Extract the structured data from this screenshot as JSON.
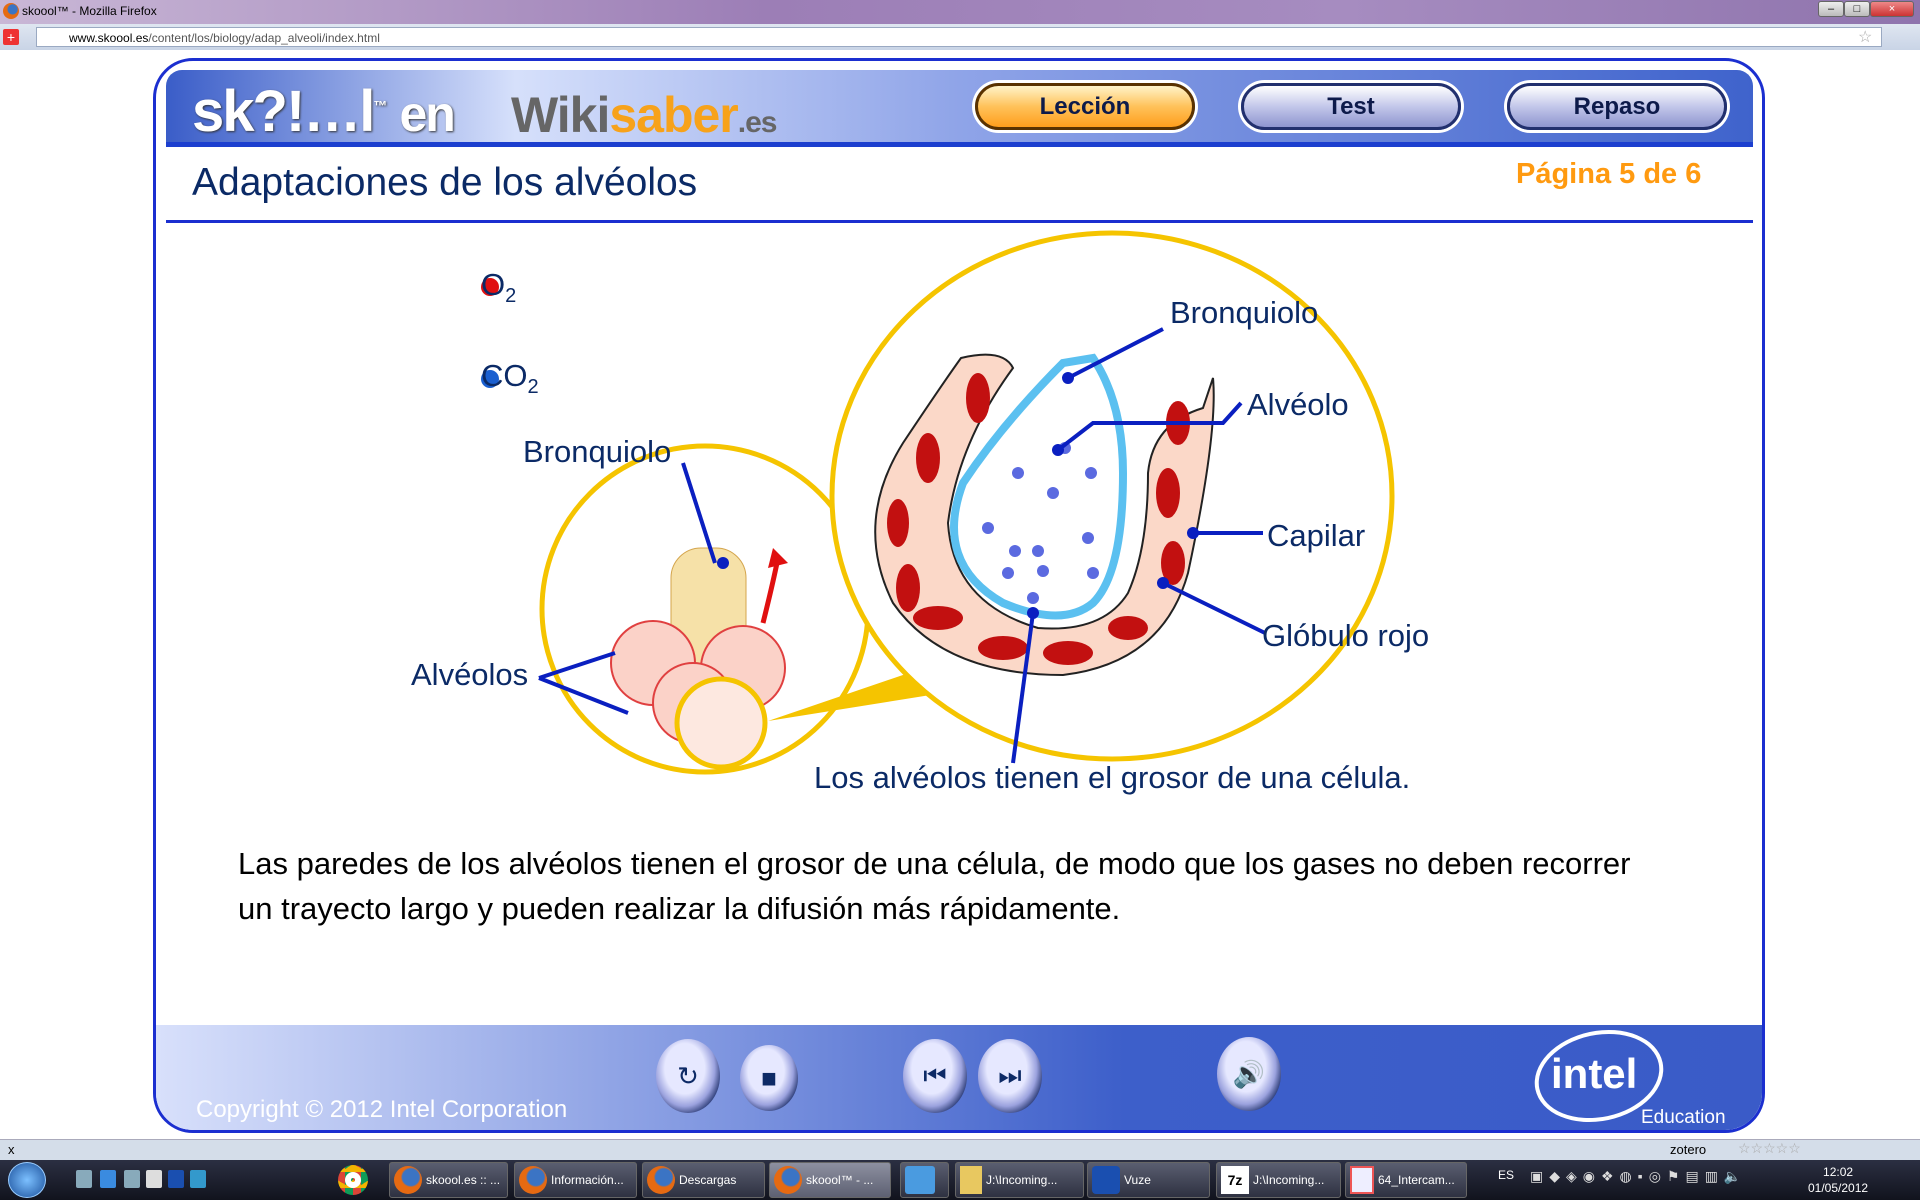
{
  "browser": {
    "title": "skoool™ - Mozilla Firefox",
    "url_domain": "www.skoool.es",
    "url_path": "/content/los/biology/adap_alveoli/index.html",
    "window_buttons": [
      "–",
      "□",
      "×"
    ]
  },
  "header": {
    "logo_left": "sk?!…l",
    "logo_tm": "™",
    "logo_en": "en",
    "logo_wiki": "Wiki",
    "logo_saber": "saber",
    "logo_es": ".es",
    "nav": [
      {
        "label": "Lección",
        "active": true
      },
      {
        "label": "Test",
        "active": false
      },
      {
        "label": "Repaso",
        "active": false
      }
    ]
  },
  "page": {
    "title": "Adaptaciones de los alvéolos",
    "page_indicator": "Página 5 de 6"
  },
  "legend": [
    {
      "label": "O",
      "sub": "2",
      "color": "#e01010"
    },
    {
      "label": "CO",
      "sub": "2",
      "color": "#1a5fd0"
    }
  ],
  "diagram": {
    "labels": {
      "bronquiolo_small": "Bronquiolo",
      "alveolos": "Alvéolos",
      "bronquiolo_big": "Bronquiolo",
      "alveolo": "Alvéolo",
      "capilar": "Capilar",
      "globulo": "Glóbulo rojo",
      "caption": "Los alvéolos tienen el grosor de una célula."
    }
  },
  "body_text": "Las paredes de los alvéolos tienen el grosor de una célula, de modo que los gases no deben recorrer un trayecto largo y pueden realizar la difusión más rápidamente.",
  "footer": {
    "copyright": "Copyright © 2012 Intel Corporation",
    "controls": [
      "replay-icon",
      "stop-icon",
      "previous-icon",
      "next-icon",
      "audio-icon"
    ],
    "intel": "intel",
    "intel_sub": "Education"
  },
  "statusbar": {
    "close": "x",
    "zotero": "zotero"
  },
  "taskbar": {
    "tasks": [
      {
        "label": "skoool.es :: ...",
        "icon": "firefox-icon"
      },
      {
        "label": "Información...",
        "icon": "firefox-icon"
      },
      {
        "label": "Descargas",
        "icon": "firefox-icon"
      },
      {
        "label": "skoool™ - ...",
        "icon": "firefox-icon",
        "active": true
      },
      {
        "label": "J:\\Incoming...",
        "icon": "folder-icon"
      },
      {
        "label": "Vuze",
        "icon": "vuze-icon"
      },
      {
        "label": "J:\\Incoming...",
        "icon": "7zip-icon"
      },
      {
        "label": "64_Intercam...",
        "icon": "document-icon"
      }
    ],
    "lang": "ES",
    "time": "12:02",
    "date": "01/05/2012"
  }
}
